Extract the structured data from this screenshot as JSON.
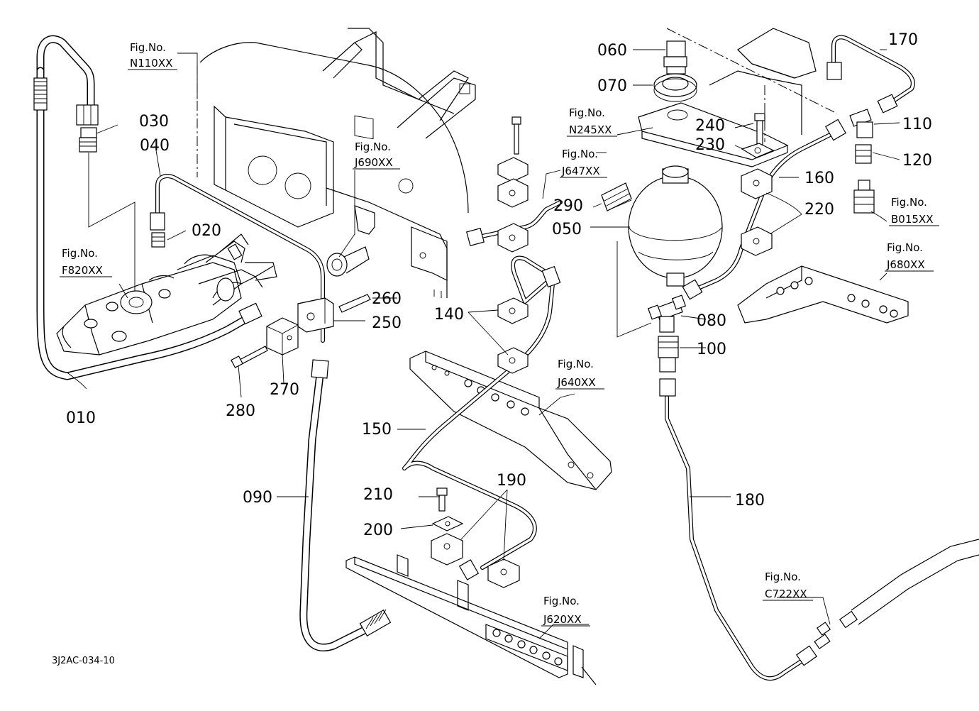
{
  "part_labels": [
    "010",
    "020",
    "030",
    "040",
    "050",
    "060",
    "070",
    "080",
    "090",
    "100",
    "110",
    "120",
    "140",
    "150",
    "160",
    "170",
    "180",
    "190",
    "200",
    "210",
    "220",
    "230",
    "240",
    "250",
    "260",
    "270",
    "280",
    "290"
  ],
  "figure_refs": [
    {
      "line1": "Fig.No.",
      "line2": "N110XX"
    },
    {
      "line1": "Fig.No.",
      "line2": "F820XX"
    },
    {
      "line1": "Fig.No.",
      "line2": "J690XX"
    },
    {
      "line1": "Fig.No.",
      "line2": "J647XX"
    },
    {
      "line1": "Fig.No.",
      "line2": "N245XX"
    },
    {
      "line1": "Fig.No.",
      "line2": "B015XX"
    },
    {
      "line1": "Fig.No.",
      "line2": "J680XX"
    },
    {
      "line1": "Fig.No.",
      "line2": "J640XX"
    },
    {
      "line1": "Fig.No.",
      "line2": "J620XX"
    },
    {
      "line1": "Fig.No.",
      "line2": "C722XX"
    }
  ],
  "drawing_code": "3J2AC-034-10"
}
